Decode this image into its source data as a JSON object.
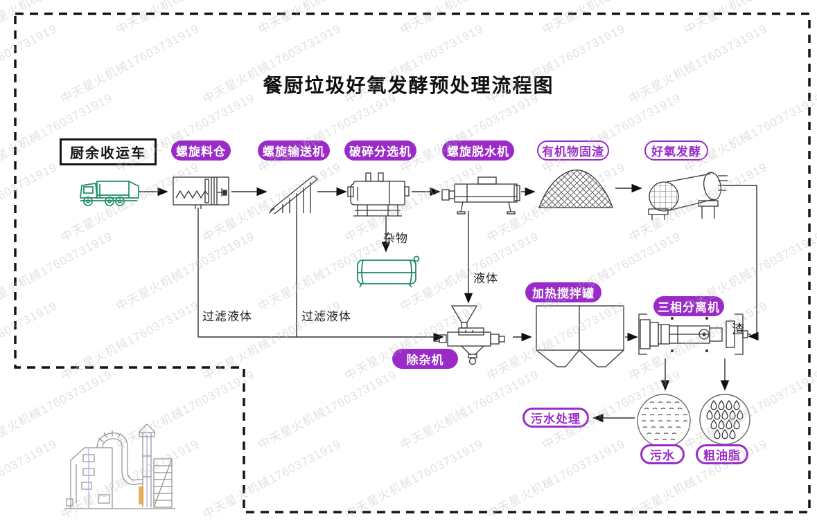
{
  "title": "餐厨垃圾好氧发酵预处理流程图",
  "watermark": {
    "text": "中天星火机械17603731919"
  },
  "colors": {
    "purple": "#9a2bc8",
    "green": "#1a8a66",
    "ink": "#1c1c1c",
    "orange": "#e9a23b"
  },
  "stages": {
    "truck": {
      "label": "厨余收运车"
    },
    "screw_hopper": {
      "label": "螺旋料仓"
    },
    "screw_conveyor": {
      "label": "螺旋输送机"
    },
    "crusher_sorter": {
      "label": "破碎分选机"
    },
    "screw_dewaterer": {
      "label": "螺旋脱水机"
    },
    "organic_solid_residue": {
      "label": "有机物固渣"
    },
    "aerobic_fermentation": {
      "label": "好氧发酵"
    },
    "impurity_remover": {
      "label": "除杂机"
    },
    "heating_mixing_tank": {
      "label": "加热搅拌罐"
    },
    "three_phase_separator": {
      "label": "三相分离机"
    },
    "sewage_treatment": {
      "label": "污水处理"
    },
    "sewage": {
      "label": "污水"
    },
    "crude_grease": {
      "label": "粗油脂"
    }
  },
  "streams": {
    "impurities": "杂物",
    "liquid": "液体",
    "filtered_liquid_a": "过滤液体",
    "filtered_liquid_b": "过滤液体",
    "slag": "渣"
  }
}
